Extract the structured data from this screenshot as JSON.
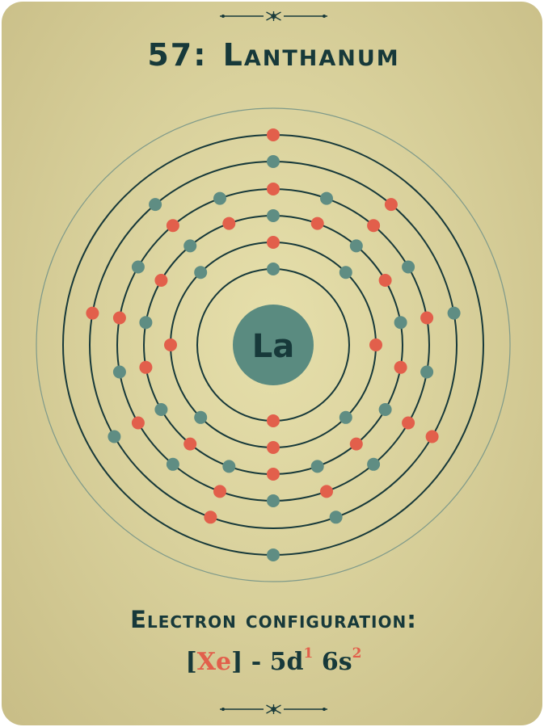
{
  "header": {
    "atomic_number": "57:",
    "element_name": "Lanthanum"
  },
  "nucleus": {
    "symbol": "La"
  },
  "shells": [
    {
      "electrons": 2
    },
    {
      "electrons": 8
    },
    {
      "electrons": 18
    },
    {
      "electrons": 18
    },
    {
      "electrons": 9
    },
    {
      "electrons": 2
    }
  ],
  "configuration": {
    "label": "Electron configuration:",
    "open_bracket": "[",
    "core": "Xe",
    "close_bracket": "]",
    "separator": " - ",
    "orbital_1": "5d",
    "orbital_1_count": "1",
    "orbital_2": "6s",
    "orbital_2_count": "2"
  },
  "colors": {
    "background": "#ddd5a0",
    "dark": "#17393a",
    "teal": "#5f8d83",
    "coral": "#e25f4b",
    "nucleus": "#5a8b80"
  }
}
